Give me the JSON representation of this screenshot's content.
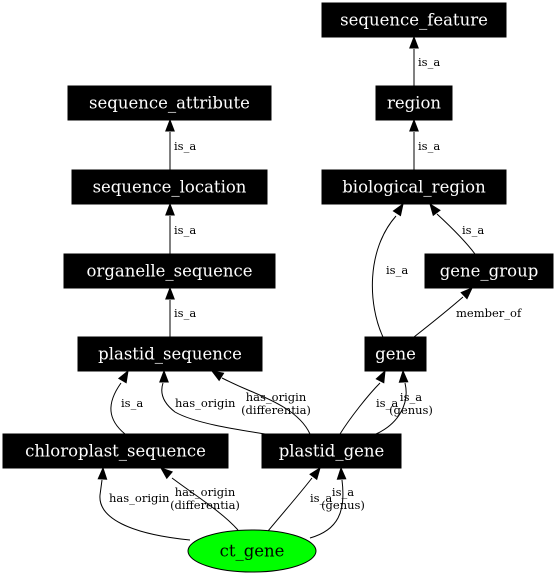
{
  "diagram": {
    "nodes": {
      "sequence_feature": "sequence_feature",
      "region": "region",
      "sequence_attribute": "sequence_attribute",
      "biological_region": "biological_region",
      "sequence_location": "sequence_location",
      "gene_group": "gene_group",
      "organelle_sequence": "organelle_sequence",
      "plastid_sequence": "plastid_sequence",
      "gene": "gene",
      "chloroplast_sequence": "chloroplast_sequence",
      "plastid_gene": "plastid_gene",
      "ct_gene": "ct_gene"
    },
    "edges": [
      {
        "from": "region",
        "to": "sequence_feature",
        "label": [
          "is_a"
        ]
      },
      {
        "from": "biological_region",
        "to": "region",
        "label": [
          "is_a"
        ]
      },
      {
        "from": "sequence_location",
        "to": "sequence_attribute",
        "label": [
          "is_a"
        ]
      },
      {
        "from": "organelle_sequence",
        "to": "sequence_location",
        "label": [
          "is_a"
        ]
      },
      {
        "from": "plastid_sequence",
        "to": "organelle_sequence",
        "label": [
          "is_a"
        ]
      },
      {
        "from": "gene_group",
        "to": "biological_region",
        "label": [
          "is_a"
        ]
      },
      {
        "from": "gene",
        "to": "biological_region",
        "label": [
          "is_a"
        ]
      },
      {
        "from": "gene",
        "to": "gene_group",
        "label": [
          "member_of"
        ]
      },
      {
        "from": "chloroplast_sequence",
        "to": "plastid_sequence",
        "label": [
          "is_a"
        ]
      },
      {
        "from": "plastid_gene",
        "to": "plastid_sequence",
        "label": [
          "has_origin"
        ]
      },
      {
        "from": "plastid_gene",
        "to": "plastid_sequence",
        "label": [
          "has_origin",
          "(differentia)"
        ]
      },
      {
        "from": "plastid_gene",
        "to": "gene",
        "label": [
          "is_a"
        ]
      },
      {
        "from": "plastid_gene",
        "to": "gene",
        "label": [
          "is_a",
          "(genus)"
        ]
      },
      {
        "from": "ct_gene",
        "to": "chloroplast_sequence",
        "label": [
          "has_origin"
        ]
      },
      {
        "from": "ct_gene",
        "to": "chloroplast_sequence",
        "label": [
          "has_origin",
          "(differentia)"
        ]
      },
      {
        "from": "ct_gene",
        "to": "plastid_gene",
        "label": [
          "is_a"
        ]
      },
      {
        "from": "ct_gene",
        "to": "plastid_gene",
        "label": [
          "is_a",
          "(genus)"
        ]
      }
    ],
    "colors": {
      "node_fill": "#000000",
      "node_text": "#ffffff",
      "root_fill": "#00ff00",
      "edge": "#000000"
    }
  }
}
